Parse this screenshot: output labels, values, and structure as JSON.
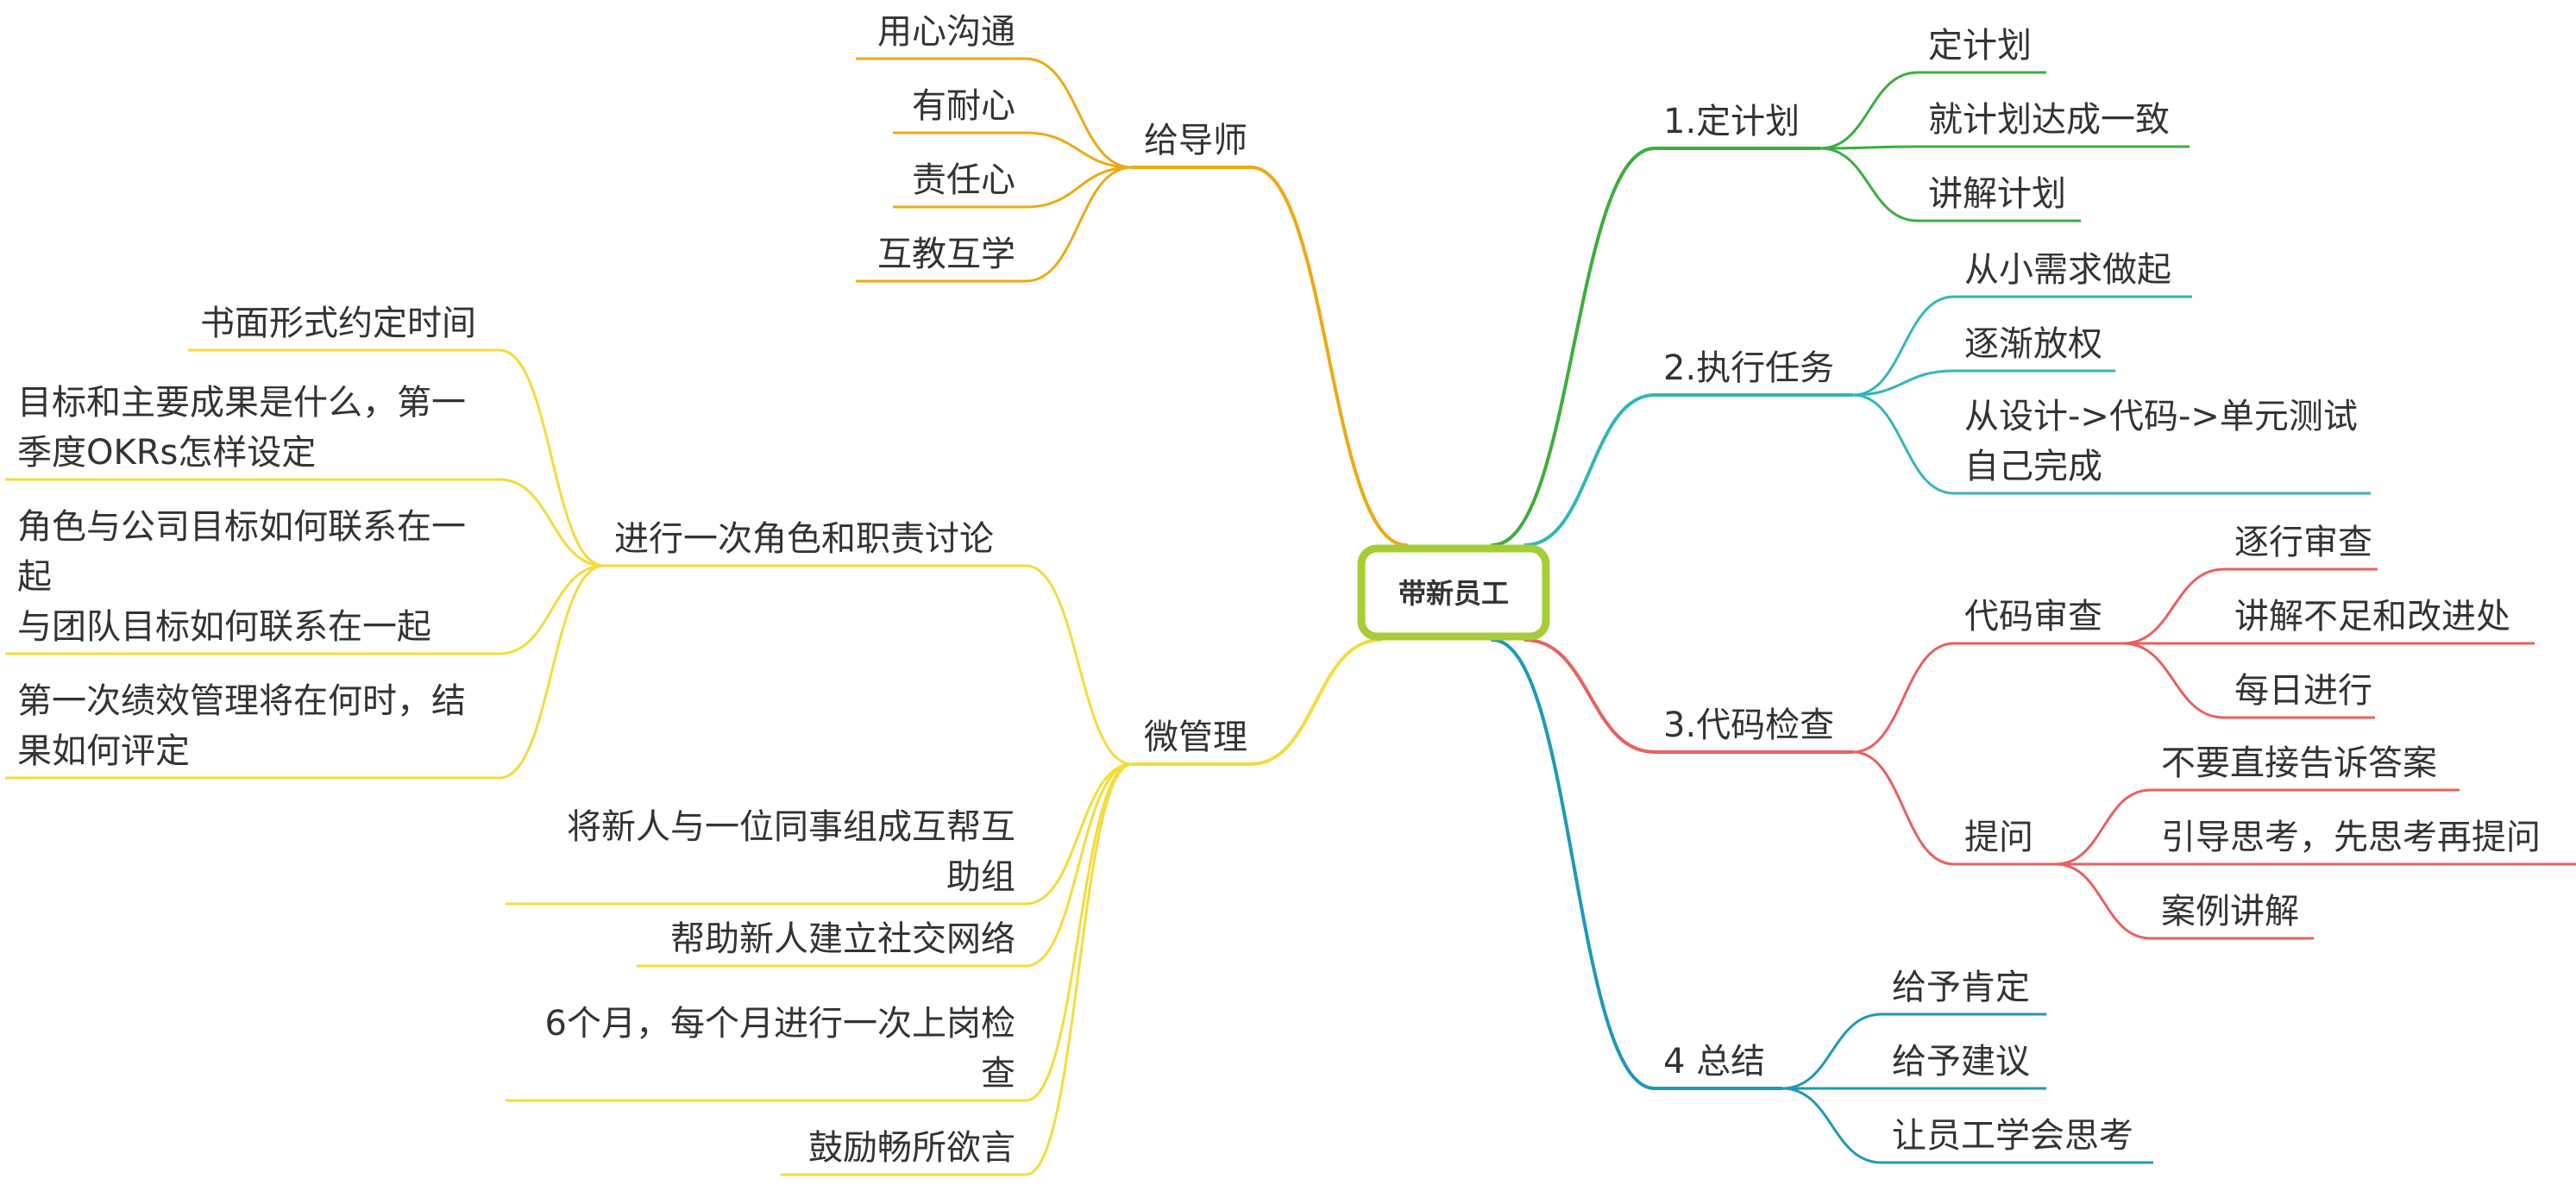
{
  "root": {
    "label": "带新员工",
    "color": "#a6cc36"
  },
  "branches": [
    {
      "id": "b1",
      "label": "1.定计划",
      "color": "#3cae3c",
      "children": [
        {
          "lines": [
            "定计划"
          ]
        },
        {
          "lines": [
            "就计划达成一致"
          ]
        },
        {
          "lines": [
            "讲解计划"
          ]
        }
      ]
    },
    {
      "id": "b2",
      "label": "2.执行任务",
      "color": "#33b6b6",
      "children": [
        {
          "lines": [
            "从小需求做起"
          ]
        },
        {
          "lines": [
            "逐渐放权"
          ]
        },
        {
          "lines": [
            "从设计->代码->单元测试",
            "自己完成"
          ]
        }
      ]
    },
    {
      "id": "b3",
      "label": "3.代码检查",
      "color": "#e9605b",
      "children": [
        {
          "label": "代码审查",
          "children": [
            {
              "lines": [
                "逐行审查"
              ]
            },
            {
              "lines": [
                "讲解不足和改进处"
              ]
            },
            {
              "lines": [
                "每日进行"
              ]
            }
          ]
        },
        {
          "label": "提问",
          "children": [
            {
              "lines": [
                "不要直接告诉答案"
              ]
            },
            {
              "lines": [
                "引导思考，先思考再提问"
              ]
            },
            {
              "lines": [
                "案例讲解"
              ]
            }
          ]
        }
      ]
    },
    {
      "id": "b4",
      "label": "4 总结",
      "color": "#1f98ba",
      "children": [
        {
          "lines": [
            "给予肯定"
          ]
        },
        {
          "lines": [
            "给予建议"
          ]
        },
        {
          "lines": [
            "让员工学会思考"
          ]
        }
      ]
    },
    {
      "id": "b5",
      "label": "给导师",
      "color": "#ecaa12",
      "children": [
        {
          "lines": [
            "用心沟通"
          ]
        },
        {
          "lines": [
            "有耐心"
          ]
        },
        {
          "lines": [
            "责任心"
          ]
        },
        {
          "lines": [
            "互教互学"
          ]
        }
      ]
    },
    {
      "id": "b6",
      "label": "微管理",
      "color": "#f4dc3a",
      "children": [
        {
          "label": "进行一次角色和职责讨论",
          "children": [
            {
              "lines": [
                "书面形式约定时间"
              ]
            },
            {
              "lines": [
                "目标和主要成果是什么，第一",
                "季度OKRs怎样设定"
              ]
            },
            {
              "lines": [
                "角色与公司目标如何联系在一",
                "起",
                "与团队目标如何联系在一起"
              ]
            },
            {
              "lines": [
                "第一次绩效管理将在何时，结",
                "果如何评定"
              ]
            }
          ]
        },
        {
          "lines": [
            "将新人与一位同事组成互帮互",
            "助组"
          ]
        },
        {
          "lines": [
            "帮助新人建立社交网络"
          ]
        },
        {
          "lines": [
            "6个月，每个月进行一次上岗检",
            "查"
          ]
        },
        {
          "lines": [
            "鼓励畅所欲言"
          ]
        }
      ]
    }
  ]
}
